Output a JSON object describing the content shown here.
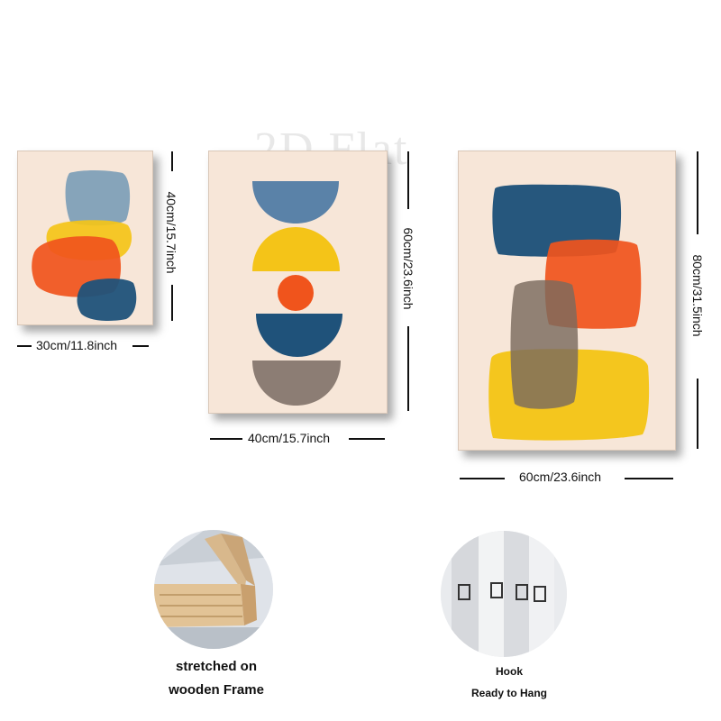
{
  "watermark": "2D Flat",
  "panels": [
    {
      "width_label": "30cm/11.8inch",
      "height_label": "40cm/15.7inch"
    },
    {
      "width_label": "40cm/15.7inch",
      "height_label": "60cm/23.6inch"
    },
    {
      "width_label": "60cm/23.6inch",
      "height_label": "80cm/31.5inch"
    }
  ],
  "features": [
    {
      "caption_line1": "stretched on",
      "caption_line2": "wooden Frame"
    },
    {
      "caption_line1": "Hook",
      "caption_line2": "Ready to Hang"
    }
  ],
  "colors": {
    "background": "#f7e6d8",
    "blue": "#1f527a",
    "light_blue": "#7fa0b8",
    "orange": "#f0541c",
    "yellow": "#f4c418",
    "taupe": "#8c7d74"
  }
}
